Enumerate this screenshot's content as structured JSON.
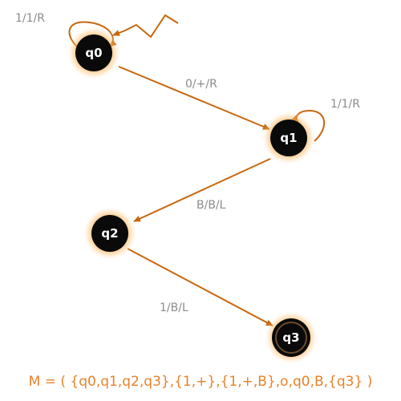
{
  "states": [
    {
      "id": "q0",
      "label": "q0",
      "final": false
    },
    {
      "id": "q1",
      "label": "q1",
      "final": false
    },
    {
      "id": "q2",
      "label": "q2",
      "final": false
    },
    {
      "id": "q3",
      "label": "q3",
      "final": true
    }
  ],
  "transitions": {
    "q0_loop": "1/1/R",
    "q0_q1": "0/+/R",
    "q1_loop": "1/1/R",
    "q1_q2": "B/B/L",
    "q2_q3": "1/B/L"
  },
  "formula": "M = ( {q0,q1,q2,q3},{1,+},{1,+,B},o,q0,B,{q3} )",
  "colors": {
    "edge": "#c8660c",
    "glow": "#ff9a2e",
    "node": "#0a0a0a",
    "label": "#8c8c8c",
    "formula": "#e8822a"
  }
}
